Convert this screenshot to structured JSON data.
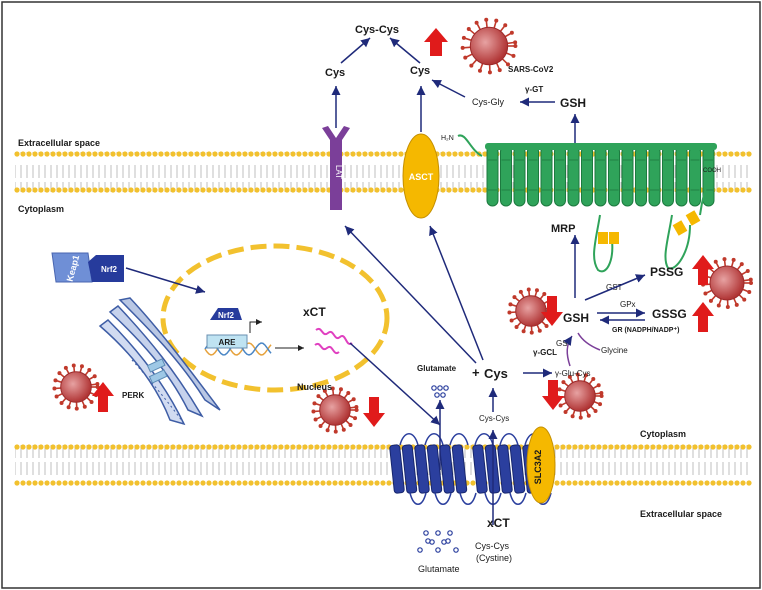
{
  "labels": {
    "extracellular_top": "Extracellular space",
    "cytoplasm_top": "Cytoplasm",
    "cytoplasm_bottom": "Cytoplasm",
    "extracellular_bottom": "Extracellular space",
    "cys_cys_top": "Cys-Cys",
    "cys_left": "Cys",
    "cys_mid": "Cys",
    "sars": "SARS-CoV2",
    "gamma_gt": "γ-GT",
    "cys_gly": "Cys-Gly",
    "gsh_top": "GSH",
    "h2n": "H₂N",
    "lat": "LAT",
    "asct": "ASCT",
    "mrp": "MRP",
    "cooh": "COOH",
    "keap1": "Keap1",
    "nrf2_cyto": "Nrf2",
    "nrf2_nucleus": "Nrf2",
    "are": "ARE",
    "xct_gene": "xCT",
    "nucleus": "Nucleus",
    "perk": "PERK",
    "glutamate_in": "Glutamate",
    "plus": "+",
    "cys_center": "Cys",
    "gamma_gcl": "γ-GCL",
    "glu_cys": "γ-Glu-Cys",
    "gs": "GS",
    "glycine": "Glycine",
    "gsh_center": "GSH",
    "gst": "GST",
    "pssg": "PSSG",
    "gpx": "GPx",
    "gssg": "GSSG",
    "gr": "GR (NADPH/NADP⁺)",
    "cys_cys_lower": "Cys-Cys",
    "slc3a2": "SLC3A2",
    "xct_protein": "xCT",
    "glutamate_out": "Glutamate",
    "cys_cys_out": "Cys-Cys",
    "cystine": "(Cystine)"
  },
  "colors": {
    "membrane_head": "#f2c12e",
    "arrow": "#1f2a7a",
    "mrp_green": "#2fa35a",
    "xct_blue": "#2b3f9e",
    "red_arrow": "#e01b1b",
    "virus": "#c0392b"
  }
}
